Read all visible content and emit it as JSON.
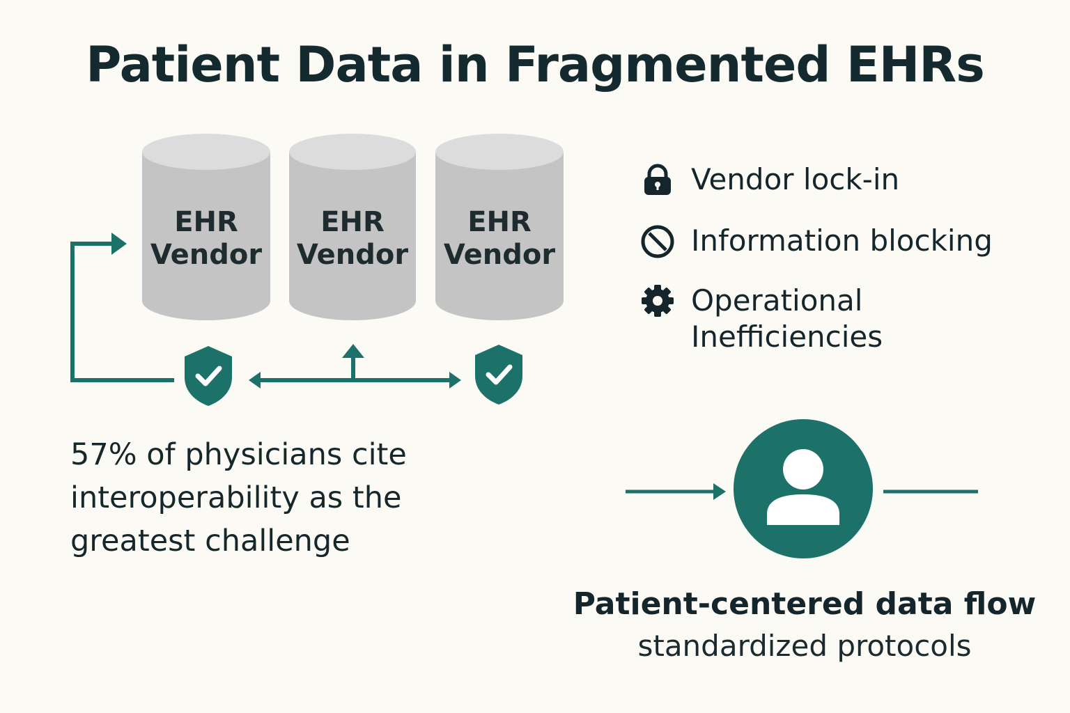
{
  "title": "Patient Data in Fragmented EHRs",
  "vendors": [
    {
      "line1": "EHR",
      "line2": "Vendor"
    },
    {
      "line1": "EHR",
      "line2": "Vendor"
    },
    {
      "line1": "EHR",
      "line2": "Vendor"
    }
  ],
  "stat_text": "57% of physicians cite interoperability as the greatest challenge",
  "issues": [
    {
      "label": "Vendor lock-in",
      "icon": "padlock-icon"
    },
    {
      "label": "Information blocking",
      "icon": "blocked-icon"
    },
    {
      "label": "Operational Inefficiencies",
      "icon": "gear-icon"
    }
  ],
  "patient_caption": {
    "main": "Patient-centered data flow",
    "sub": "standardized protocols"
  },
  "colors": {
    "teal": "#1c7268",
    "cylinder_body": "#c4c4c4",
    "cylinder_top": "#dcdcdc",
    "background": "#fbfaf5",
    "text": "#14262b"
  }
}
